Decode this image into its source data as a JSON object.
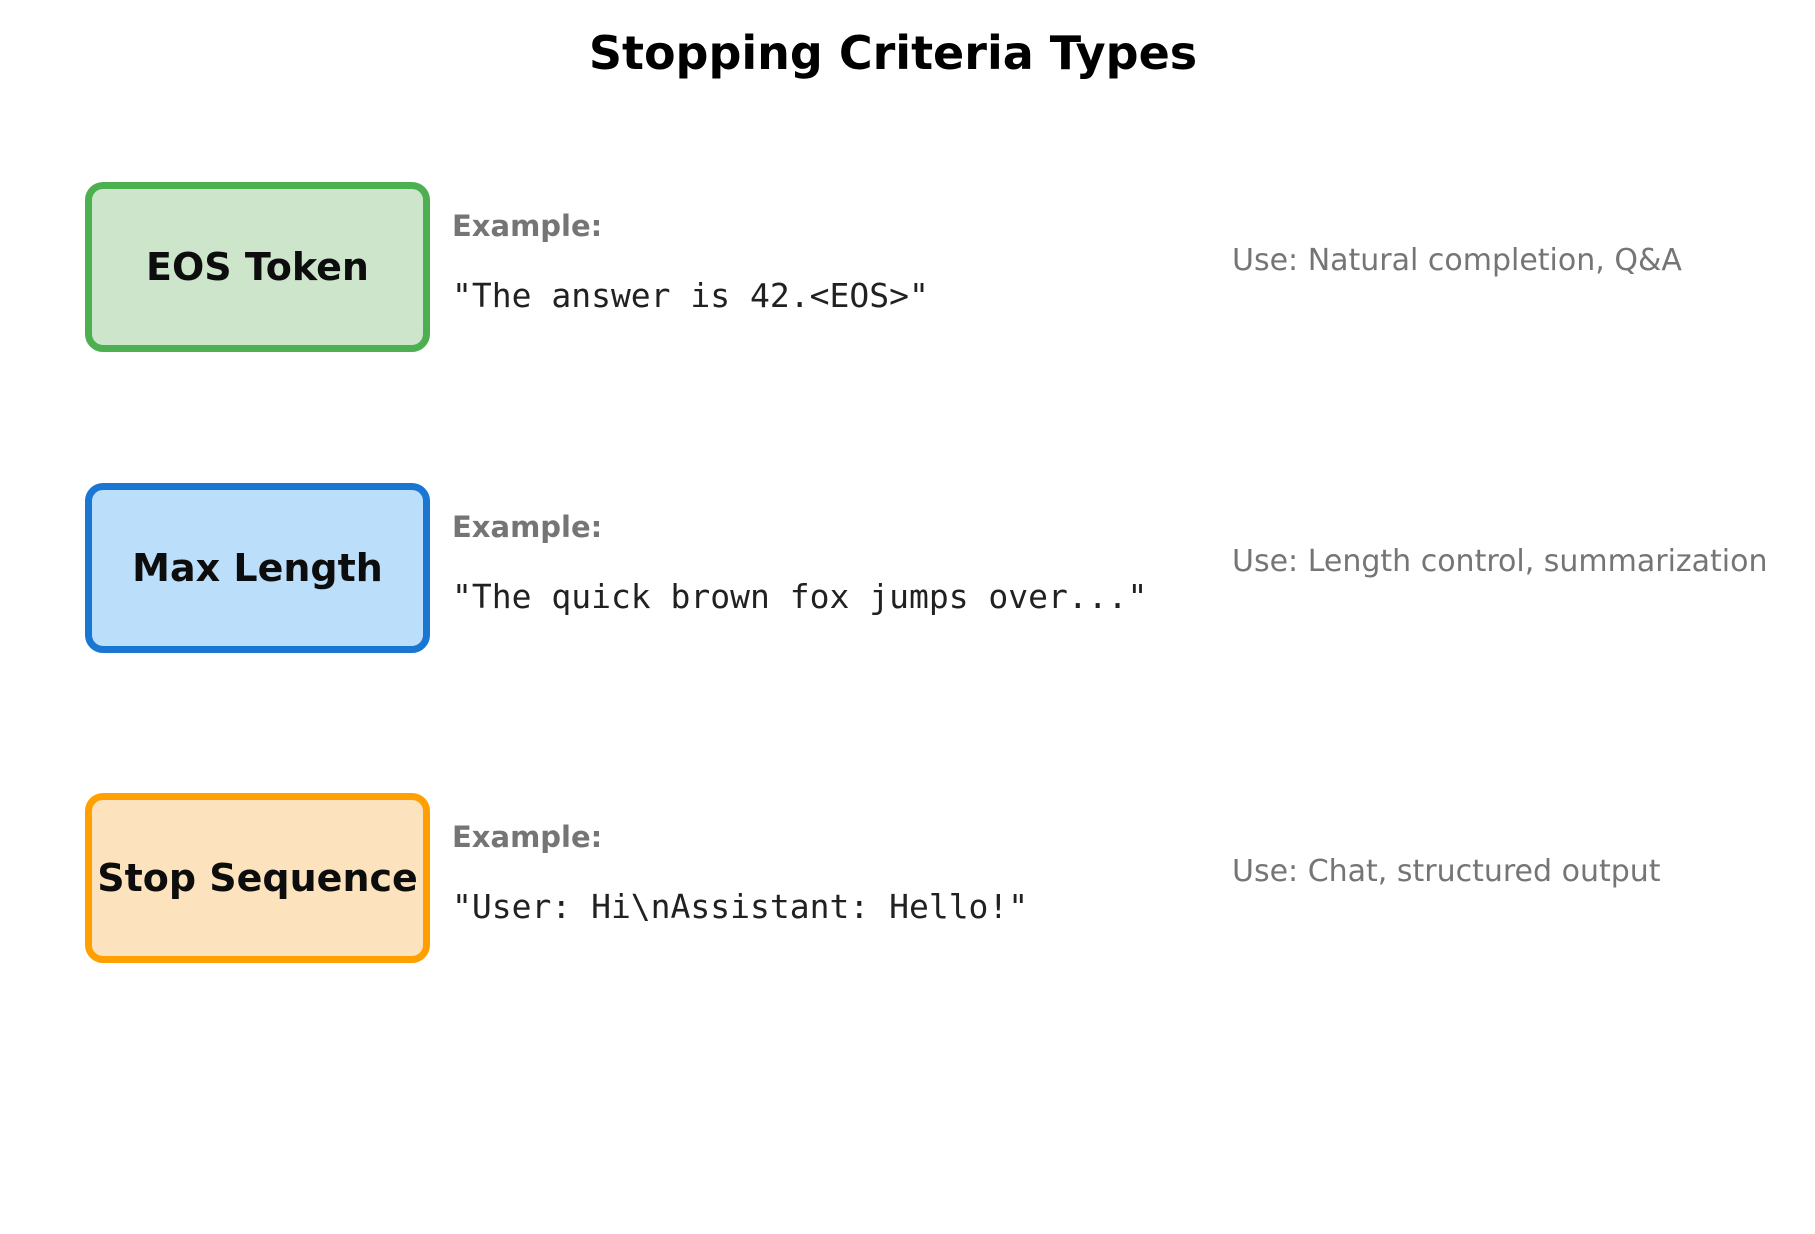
{
  "title": "Stopping Criteria Types",
  "example_label": "Example:",
  "text_colors": {
    "heading": "#000000",
    "muted_gray": "#757575",
    "code_text": "#212121"
  },
  "rows": [
    {
      "label": "EOS Token",
      "example": "\"The answer is 42.<EOS>\"",
      "use": "Use: Natural completion, Q&A",
      "border_color": "#4CAF50",
      "fill_color": "#CCE5CB"
    },
    {
      "label": "Max Length",
      "example": "\"The quick brown fox jumps over...\"",
      "use": "Use: Length control, summarization",
      "border_color": "#1976D2",
      "fill_color": "#BBDEFB"
    },
    {
      "label": "Stop Sequence",
      "example": "\"User: Hi\\nAssistant: Hello!\"",
      "use": "Use: Chat, structured output",
      "border_color": "#FFA000",
      "fill_color": "#FCE3BD"
    }
  ]
}
